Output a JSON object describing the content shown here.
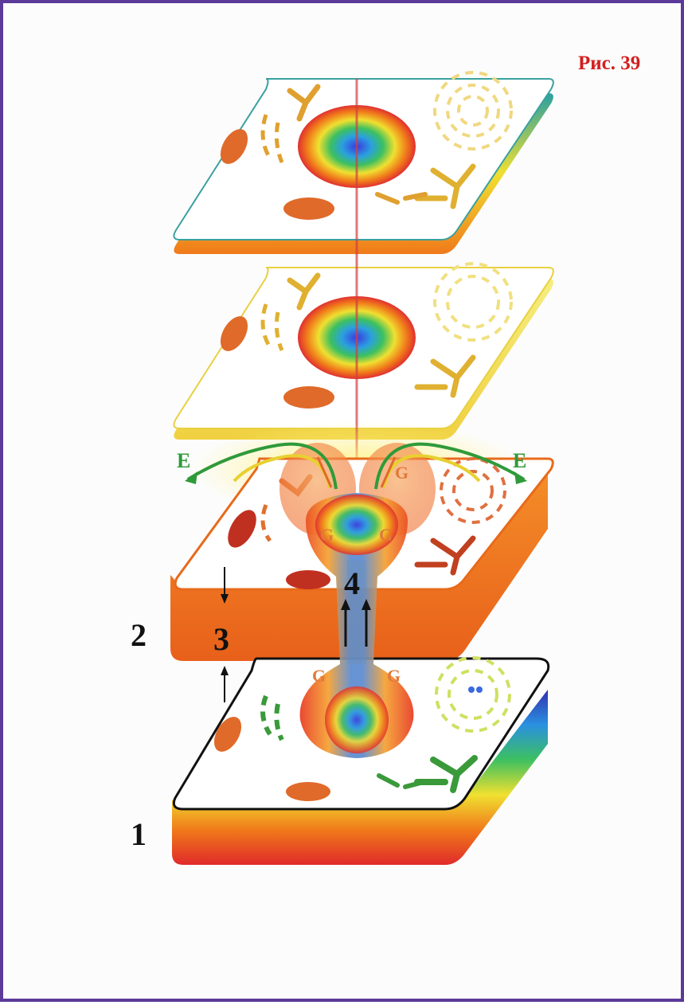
{
  "figure": {
    "title": "Рис. 39",
    "labels": {
      "layer_1": "1",
      "layer_2": "2",
      "thickness": "3",
      "channel": "4"
    },
    "flow_labels": {
      "E": "E",
      "G": "G"
    },
    "colors": {
      "title": "#d21f1f",
      "frame": "#5b3a9a",
      "flow_green": "#2f9a3a",
      "layer2_body": "#f07a1a"
    }
  }
}
